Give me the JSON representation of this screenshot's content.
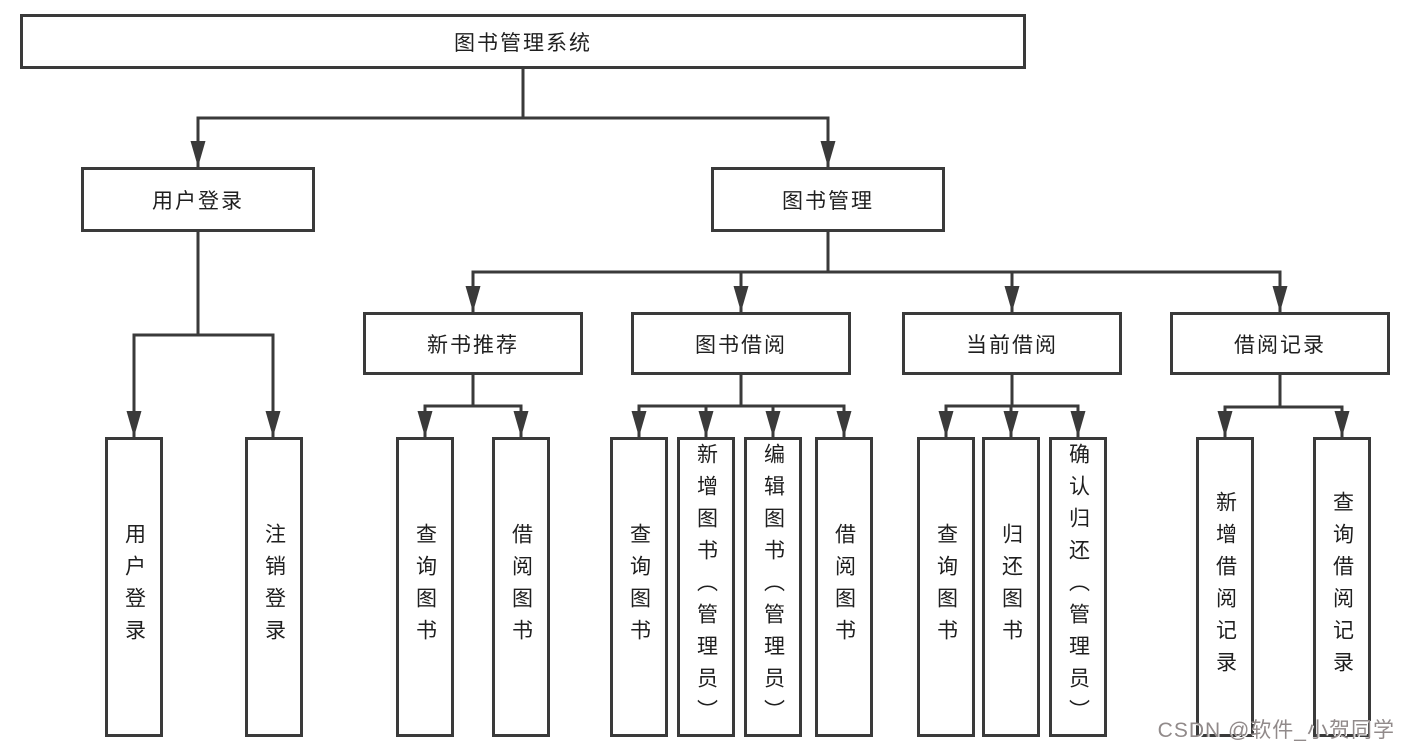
{
  "colors": {
    "line": "#3a3a3a",
    "box_border": "#3a3a3a",
    "text": "#1f1f1f",
    "background": "#ffffff",
    "watermark": "#918a8a"
  },
  "watermark": {
    "text": "CSDN @软件_小贺同学"
  },
  "tree": {
    "label": "图书管理系统",
    "children": [
      {
        "label": "用户登录",
        "children": [
          {
            "label": "用户登录"
          },
          {
            "label": "注销登录"
          }
        ]
      },
      {
        "label": "图书管理",
        "children": [
          {
            "label": "新书推荐",
            "children": [
              {
                "label": "查询图书"
              },
              {
                "label": "借阅图书"
              }
            ]
          },
          {
            "label": "图书借阅",
            "children": [
              {
                "label": "查询图书"
              },
              {
                "label": "新增图书（管理员）"
              },
              {
                "label": "编辑图书（管理员）"
              },
              {
                "label": "借阅图书"
              }
            ]
          },
          {
            "label": "当前借阅",
            "children": [
              {
                "label": "查询图书"
              },
              {
                "label": "归还图书"
              },
              {
                "label": "确认归还（管理员）"
              }
            ]
          },
          {
            "label": "借阅记录",
            "children": [
              {
                "label": "新增借阅记录"
              },
              {
                "label": "查询借阅记录"
              }
            ]
          }
        ]
      }
    ]
  }
}
